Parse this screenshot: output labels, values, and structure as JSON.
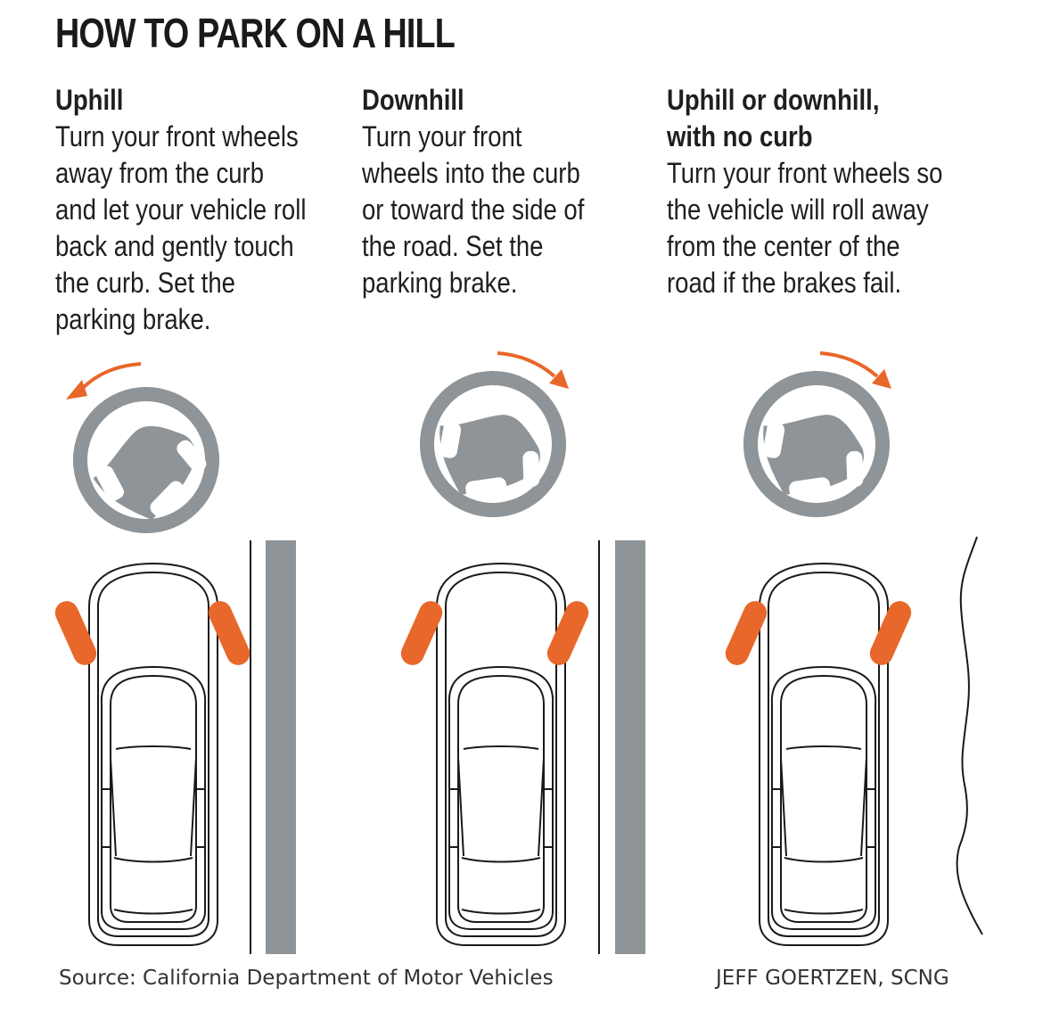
{
  "title": "HOW TO PARK ON A HILL",
  "sections": [
    {
      "heading": "Uphill",
      "text": "Turn your front wheels\naway from the curb\nand let your vehicle roll\nback and gently touch\nthe curb. Set the\nparking brake."
    },
    {
      "heading": "Downhill",
      "text": "Turn your front\nwheels into the curb\nor toward the side of\nthe road. Set the\nparking brake."
    },
    {
      "heading": "Uphill or downhill,\nwith no curb",
      "text": "Turn your front wheels so\nthe vehicle will roll away\nfrom the center of the\nroad if the brakes fail."
    }
  ],
  "source": "Source: California Department of Motor Vehicles",
  "credit": "JEFF GOERTZEN, SCNG",
  "colors": {
    "accent": "#e8672a",
    "wheel": "#8e9497",
    "curb": "#8e9497",
    "outline": "#1a1a1a"
  },
  "icons": [
    "steering-wheel-icon",
    "rotation-arrow-icon",
    "car-icon"
  ]
}
